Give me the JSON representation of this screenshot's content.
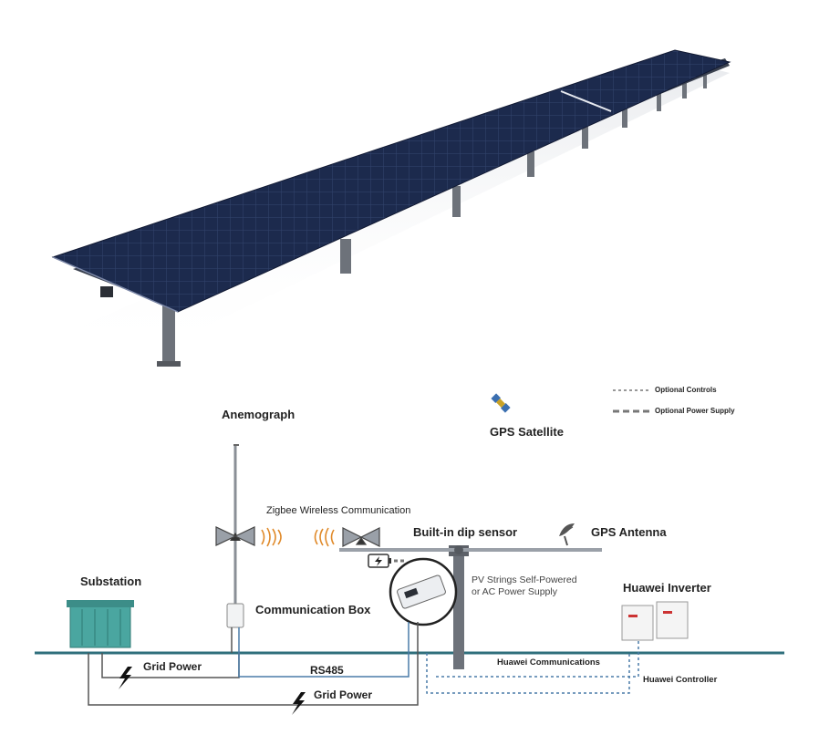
{
  "labels": {
    "anemograph": "Anemograph",
    "gps_satellite": "GPS Satellite",
    "optional_controls": "Optional Controls",
    "optional_power_supply": "Optional Power Supply",
    "zigbee": "Zigbee Wireless Communication",
    "dip_sensor": "Built-in dip sensor",
    "gps_antenna": "GPS Antenna",
    "substation": "Substation",
    "pv_strings_line1": "PV Strings Self-Powered",
    "pv_strings_line2": "or AC Power Supply",
    "huawei_inverter": "Huawei Inverter",
    "communication_box": "Communication Box",
    "grid_power_top": "Grid Power",
    "rs485": "RS485",
    "grid_power_bottom": "Grid Power",
    "huawei_communications": "Huawei Communications",
    "huawei_controller": "Huawei Controller"
  },
  "colors": {
    "panel": "#1c2a4d",
    "panel_grid": "#3a4c78",
    "steel": "#6d727a",
    "ground_line": "#2f6f7c",
    "signal": "#e08a2a",
    "dashed_blue": "#4a7ca8",
    "substation": "#4aa6a0"
  },
  "icons": {
    "satellite": "satellite-icon",
    "antenna": "gps-antenna-icon",
    "lightning": "lightning-icon",
    "battery": "battery-icon"
  }
}
